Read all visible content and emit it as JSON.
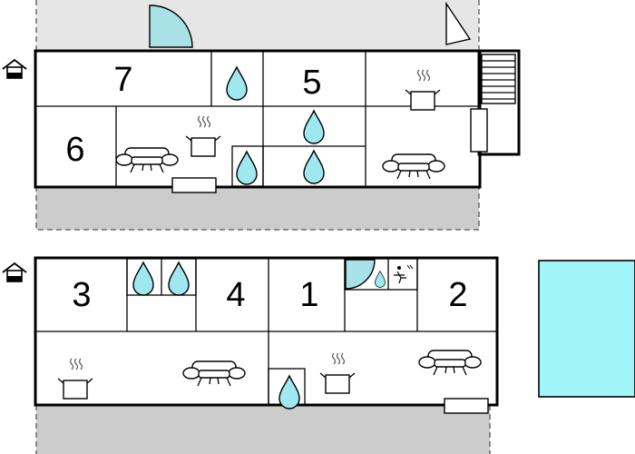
{
  "floors": [
    {
      "name": "upper-floor",
      "rooms": [
        {
          "id": "room-7",
          "label": "7"
        },
        {
          "id": "room-5",
          "label": "5"
        },
        {
          "id": "room-6",
          "label": "6"
        }
      ]
    },
    {
      "name": "lower-floor",
      "rooms": [
        {
          "id": "room-3",
          "label": "3"
        },
        {
          "id": "room-4",
          "label": "4"
        },
        {
          "id": "room-1",
          "label": "1"
        },
        {
          "id": "room-2",
          "label": "2"
        }
      ]
    }
  ],
  "icons": [
    "house-icon",
    "water-drop-icon",
    "cooking-pot-icon",
    "sofa-icon",
    "door-swing-icon",
    "staircase-icon",
    "shower-person-icon"
  ],
  "colors": {
    "water": "#9fe8f0",
    "pool": "#9ff5f8",
    "terrace": "#cccccc",
    "outdoor": "#e6e6e6",
    "door": "#a9e2e6"
  }
}
